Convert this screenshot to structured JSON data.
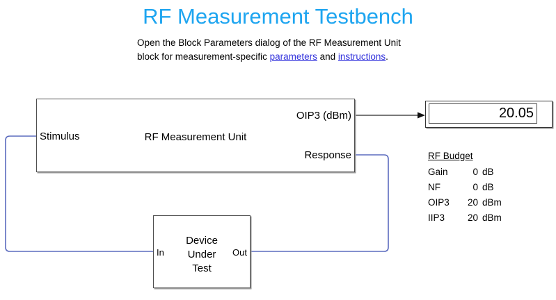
{
  "title": "RF Measurement Testbench",
  "description": {
    "line1": "Open the Block Parameters dialog of the RF Measurement Unit",
    "line2_prefix": "block for measurement-specific ",
    "link_parameters": "parameters",
    "line2_mid": " and ",
    "link_instructions": "instructions",
    "line2_suffix": "."
  },
  "measurement_unit_block": {
    "name": "RF Measurement Unit",
    "ports": {
      "stimulus": "Stimulus",
      "oip3": "OIP3 (dBm)",
      "response": "Response"
    }
  },
  "display_block": {
    "value": "20.05"
  },
  "dut_block": {
    "name_line1": "Device",
    "name_line2": "Under",
    "name_line3": "Test",
    "in_port": "In",
    "out_port": "Out"
  },
  "rf_budget": {
    "title": "RF Budget",
    "rows": [
      {
        "label": "Gain",
        "value": "0",
        "unit": "dB"
      },
      {
        "label": "NF",
        "value": "0",
        "unit": "dB"
      },
      {
        "label": "OIP3",
        "value": "20",
        "unit": "dBm"
      },
      {
        "label": "IIP3",
        "value": "20",
        "unit": "dBm"
      }
    ]
  },
  "colors": {
    "title_accent": "#1ea5f0",
    "hyperlink": "#3333dd",
    "signal_wire_blue": "#5b6bbe",
    "measurement_wire_gray": "#4d4d4d",
    "block_border": "#4f4f4f"
  }
}
